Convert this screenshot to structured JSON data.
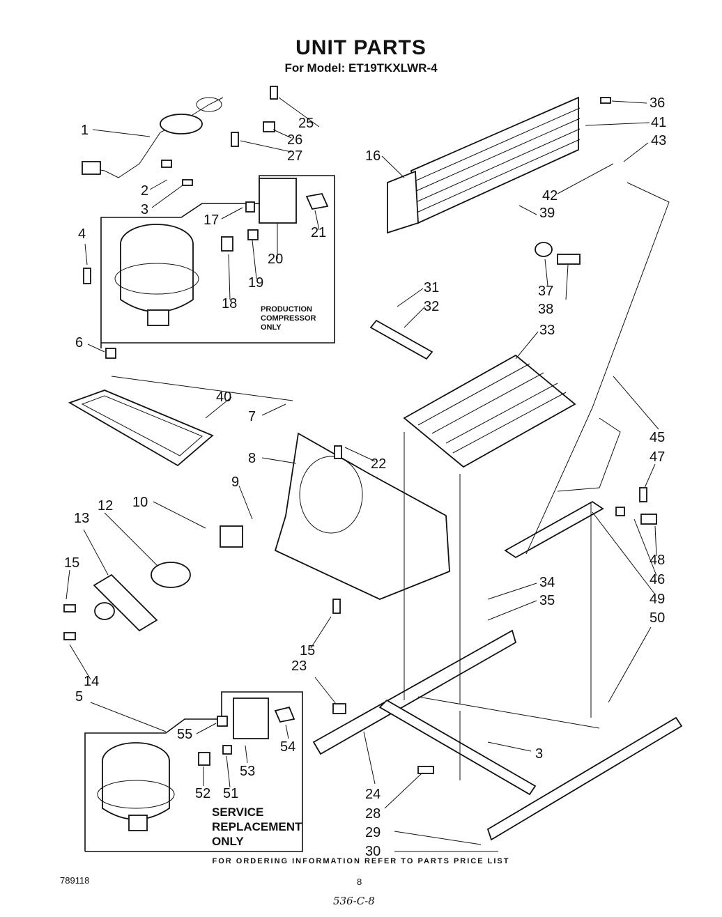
{
  "header": {
    "title": "UNIT PARTS",
    "model": "For Model: ET19TKXLWR-4"
  },
  "boxes": {
    "production_note": [
      "PRODUCTION",
      "COMPRESSOR",
      "ONLY"
    ],
    "service_note": [
      "SERVICE",
      "REPLACEMENT",
      "ONLY"
    ]
  },
  "callouts": [
    {
      "id": "c1",
      "label": "1"
    },
    {
      "id": "c2",
      "label": "2"
    },
    {
      "id": "c3",
      "label": "3"
    },
    {
      "id": "c4",
      "label": "4"
    },
    {
      "id": "c5",
      "label": "5"
    },
    {
      "id": "c6",
      "label": "6"
    },
    {
      "id": "c7",
      "label": "7"
    },
    {
      "id": "c8",
      "label": "8"
    },
    {
      "id": "c9",
      "label": "9"
    },
    {
      "id": "c10",
      "label": "10"
    },
    {
      "id": "c12",
      "label": "12"
    },
    {
      "id": "c13",
      "label": "13"
    },
    {
      "id": "c14",
      "label": "14"
    },
    {
      "id": "c15a",
      "label": "15"
    },
    {
      "id": "c15b",
      "label": "15"
    },
    {
      "id": "c16",
      "label": "16"
    },
    {
      "id": "c17",
      "label": "17"
    },
    {
      "id": "c18",
      "label": "18"
    },
    {
      "id": "c19",
      "label": "19"
    },
    {
      "id": "c20",
      "label": "20"
    },
    {
      "id": "c21",
      "label": "21"
    },
    {
      "id": "c22",
      "label": "22"
    },
    {
      "id": "c23",
      "label": "23"
    },
    {
      "id": "c24",
      "label": "24"
    },
    {
      "id": "c25",
      "label": "25"
    },
    {
      "id": "c26",
      "label": "26"
    },
    {
      "id": "c27",
      "label": "27"
    },
    {
      "id": "c28",
      "label": "28"
    },
    {
      "id": "c29",
      "label": "29"
    },
    {
      "id": "c30",
      "label": "30"
    },
    {
      "id": "c31",
      "label": "31"
    },
    {
      "id": "c32",
      "label": "32"
    },
    {
      "id": "c33",
      "label": "33"
    },
    {
      "id": "c34",
      "label": "34"
    },
    {
      "id": "c35",
      "label": "35"
    },
    {
      "id": "c36",
      "label": "36"
    },
    {
      "id": "c37",
      "label": "37"
    },
    {
      "id": "c38",
      "label": "38"
    },
    {
      "id": "c39",
      "label": "39"
    },
    {
      "id": "c40",
      "label": "40"
    },
    {
      "id": "c41",
      "label": "41"
    },
    {
      "id": "c42",
      "label": "42"
    },
    {
      "id": "c43",
      "label": "43"
    },
    {
      "id": "c45",
      "label": "45"
    },
    {
      "id": "c46",
      "label": "46"
    },
    {
      "id": "c47",
      "label": "47"
    },
    {
      "id": "c48",
      "label": "48"
    },
    {
      "id": "c49",
      "label": "49"
    },
    {
      "id": "c50",
      "label": "50"
    },
    {
      "id": "c51",
      "label": "51"
    },
    {
      "id": "c52",
      "label": "52"
    },
    {
      "id": "c53",
      "label": "53"
    },
    {
      "id": "c54",
      "label": "54"
    },
    {
      "id": "c55",
      "label": "55"
    },
    {
      "id": "c3b",
      "label": "3"
    }
  ],
  "footer": {
    "ordering_info": "FOR ORDERING INFORMATION REFER TO PARTS PRICE LIST",
    "doc_number": "789118",
    "page_number": "8",
    "handwritten_note": "536-C-8"
  }
}
